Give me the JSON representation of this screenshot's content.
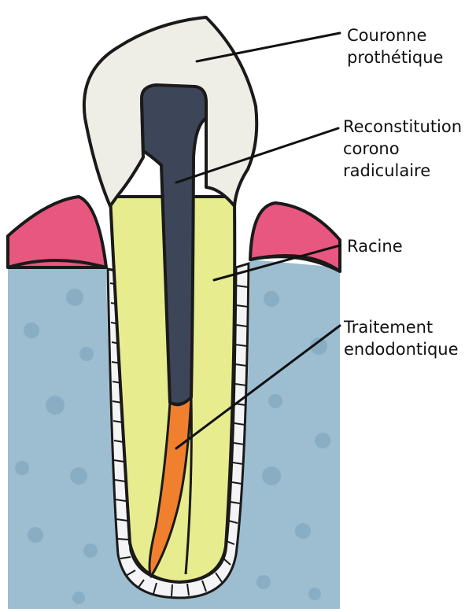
{
  "labels": {
    "crown": "Couronne\nprothétique",
    "post_core": "Reconstitution\ncorono\nradiculaire",
    "root": "Racine",
    "endo": "Traitement\nendodontique"
  },
  "colors": {
    "bone": "#9dbdd1",
    "bone_spot": "#7fa7bd",
    "gum": "#e8577f",
    "crown": "#efeee6",
    "root": "#e7ec8f",
    "post": "#3d4658",
    "filling": "#f0802e",
    "ligament": "#f4f4f6",
    "outline": "#1a1a1a"
  }
}
